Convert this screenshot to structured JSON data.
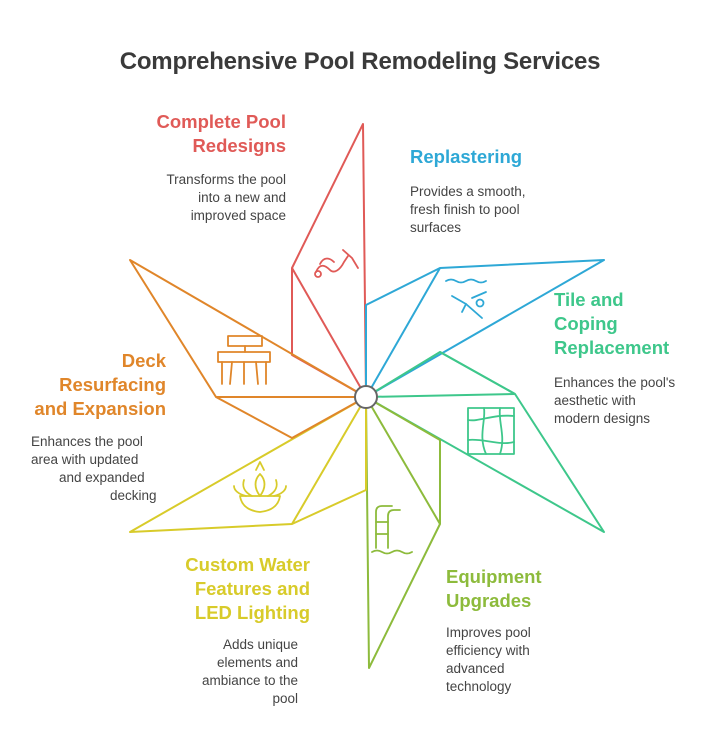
{
  "title": "Comprehensive Pool Remodeling Services",
  "colors": {
    "redesign": "#e05a57",
    "replaster": "#2ea8d6",
    "tile": "#3ec78b",
    "equipment": "#8dbb3c",
    "water": "#d8cb2a",
    "deck": "#e0862a"
  },
  "items": [
    {
      "heading_lines": [
        "Complete Pool",
        "Redesigns"
      ],
      "desc_lines": [
        "Transforms the pool",
        "into a new and",
        "improved space"
      ],
      "icon": "water-slide-icon"
    },
    {
      "heading_lines": [
        "Replastering"
      ],
      "desc_lines": [
        "Provides a smooth,",
        "fresh finish to pool",
        "surfaces"
      ],
      "icon": "swimmer-icon"
    },
    {
      "heading_lines": [
        "Tile and",
        "Coping",
        "Replacement"
      ],
      "desc_lines": [
        "Enhances the pool's",
        "aesthetic with",
        "modern designs"
      ],
      "icon": "tile-icon"
    },
    {
      "heading_lines": [
        "Equipment",
        "Upgrades"
      ],
      "desc_lines": [
        "Improves pool",
        "efficiency with",
        "advanced",
        "technology"
      ],
      "icon": "pool-ladder-icon"
    },
    {
      "heading_lines": [
        "Custom Water",
        "Features and",
        "LED Lighting"
      ],
      "desc_lines": [
        "Adds unique",
        "elements and",
        "ambiance to the",
        "pool"
      ],
      "icon": "fountain-icon"
    },
    {
      "heading_lines": [
        "Deck",
        "Resurfacing",
        "and Expansion"
      ],
      "desc_lines": [
        "Enhances the pool",
        "area with updated",
        "and expanded",
        "decking"
      ],
      "icon": "deck-icon"
    }
  ]
}
